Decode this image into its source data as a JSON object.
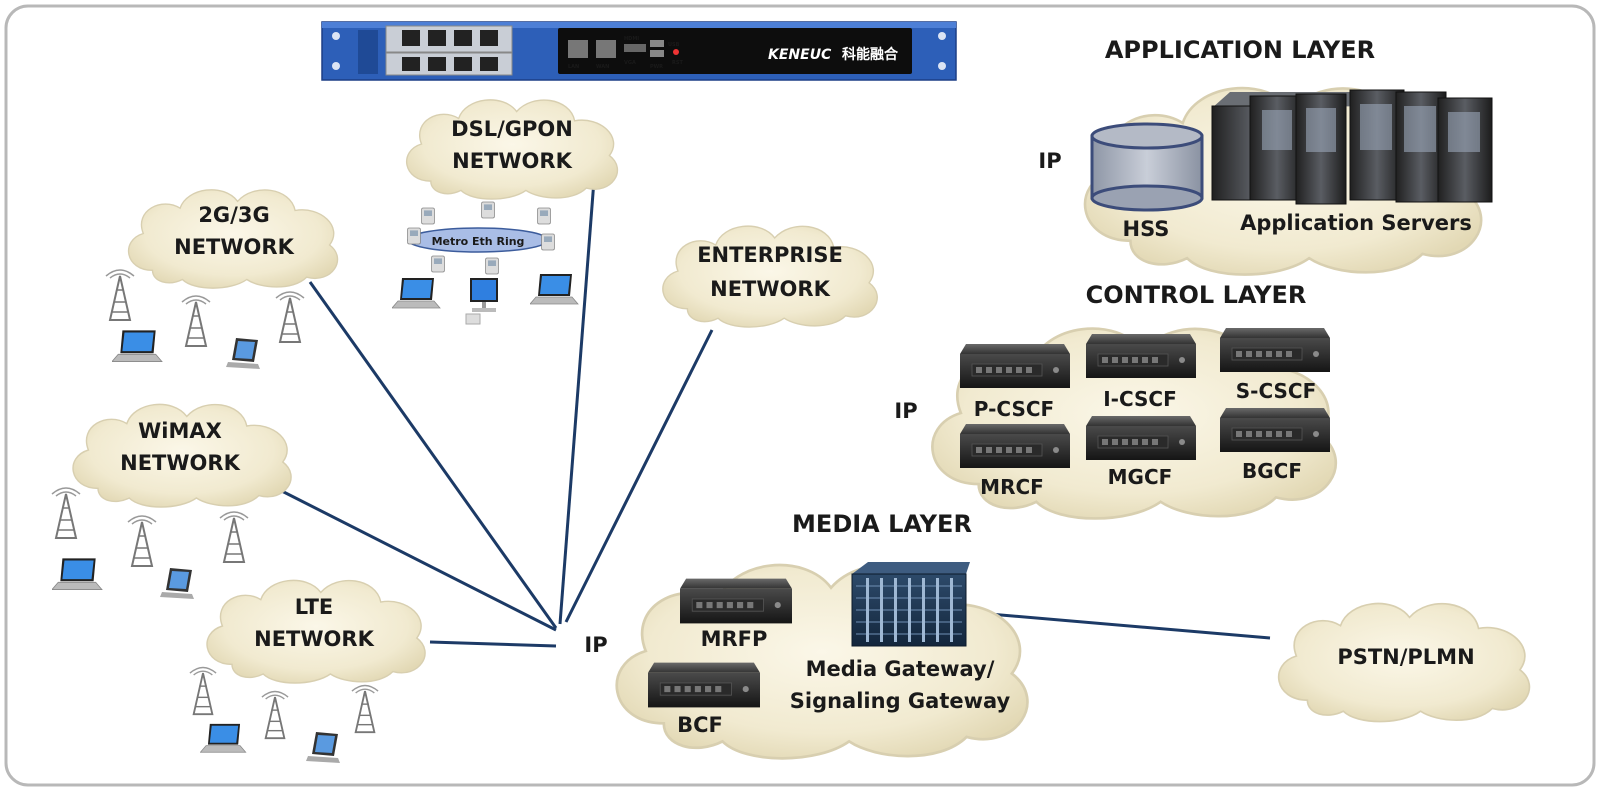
{
  "appliance": {
    "brand": "KENEUC",
    "brand_cn": "科能融合",
    "port_labels": [
      "LAN",
      "WAN",
      "HDMI",
      "USB",
      "VGA",
      "PWR",
      "RST"
    ]
  },
  "access_networks": {
    "dsl_gpon": [
      "DSL/GPON",
      "NETWORK"
    ],
    "metro_ring": "Metro Eth Ring",
    "g2g3": [
      "2G/3G",
      "NETWORK"
    ],
    "wimax": [
      "WiMAX",
      "NETWORK"
    ],
    "lte": [
      "LTE",
      "NETWORK"
    ],
    "enterprise": [
      "ENTERPRISE",
      "NETWORK"
    ]
  },
  "application_layer": {
    "title": "APPLICATION LAYER",
    "ip": "IP",
    "hss": "HSS",
    "servers": "Application Servers"
  },
  "control_layer": {
    "title": "CONTROL LAYER",
    "ip": "IP",
    "nodes": [
      "P-CSCF",
      "I-CSCF",
      "S-CSCF",
      "MRCF",
      "MGCF",
      "BGCF"
    ]
  },
  "media_layer": {
    "title": "MEDIA LAYER",
    "ip": "IP",
    "mrfp": "MRFP",
    "bcf": "BCF",
    "gateway": [
      "Media Gateway/",
      "Signaling Gateway"
    ]
  },
  "pstn": "PSTN/PLMN"
}
